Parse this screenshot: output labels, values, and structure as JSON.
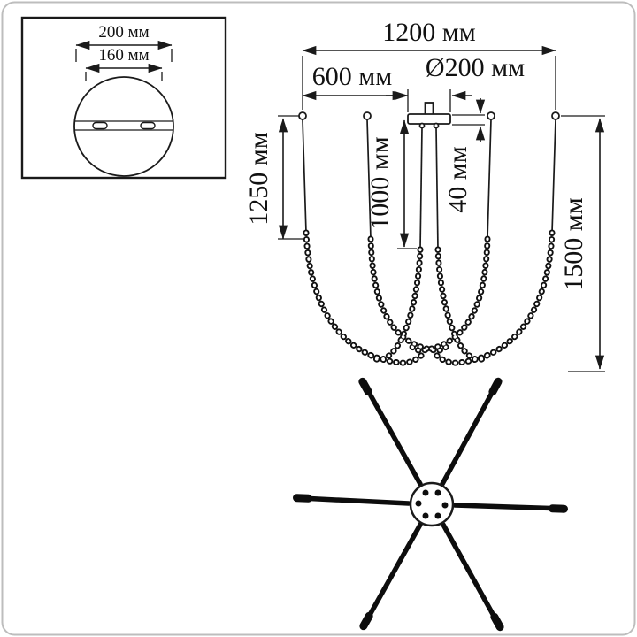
{
  "colors": {
    "line": "#1a1a1a",
    "background": "#ffffff",
    "border": "#bdbdbd"
  },
  "canopy_inset": {
    "outer_diameter": "200 мм",
    "inner_diameter": "160 мм"
  },
  "front_view": {
    "overall_width": "1200 мм",
    "half_width": "600 мм",
    "canopy_diameter": "Ø200 мм",
    "left_drop": "1250 мм",
    "center_drop": "1000 мм",
    "canopy_height": "40 мм",
    "total_drop": "1500 мм"
  }
}
